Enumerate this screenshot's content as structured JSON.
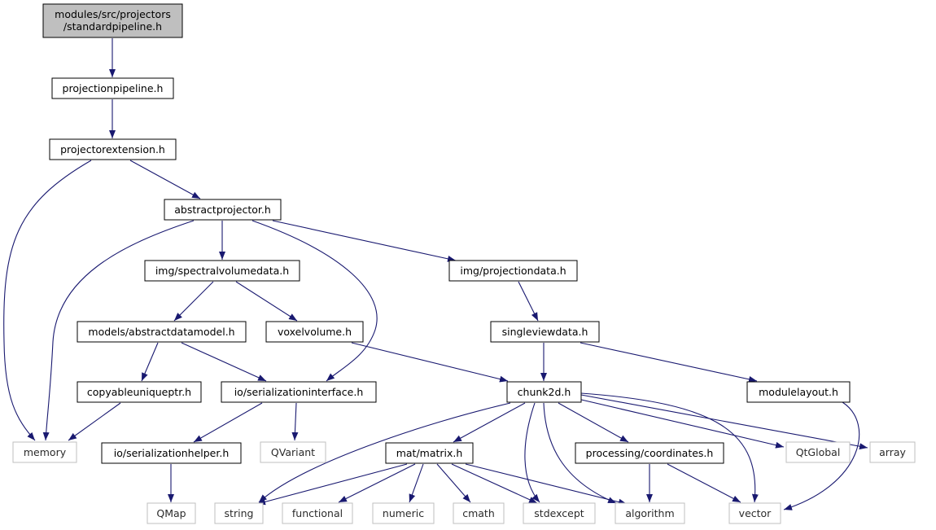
{
  "colors": {
    "edge": "#191970",
    "root_fill": "#bfbfbf",
    "node_border": "#000000",
    "external_border": "#bfbfbf",
    "background": "#ffffff"
  },
  "nodes": {
    "root": {
      "line1": "modules/src/projectors",
      "line2": "/standardpipeline.h"
    },
    "projectionpipeline": "projectionpipeline.h",
    "projectorextension": "projectorextension.h",
    "abstractprojector": "abstractprojector.h",
    "spectralvolumedata": "img/spectralvolumedata.h",
    "projectiondata": "img/projectiondata.h",
    "abstractdatamodel": "models/abstractdatamodel.h",
    "voxelvolume": "voxelvolume.h",
    "singleviewdata": "singleviewdata.h",
    "copyableuniqueptr": "copyableuniqueptr.h",
    "serializationinterface": "io/serializationinterface.h",
    "chunk2d": "chunk2d.h",
    "modulelayout": "modulelayout.h",
    "memory": "memory",
    "serializationhelper": "io/serializationhelper.h",
    "qvariant": "QVariant",
    "matrix": "mat/matrix.h",
    "coordinates": "processing/coordinates.h",
    "qtglobal": "QtGlobal",
    "array": "array",
    "qmap": "QMap",
    "string": "string",
    "functional": "functional",
    "numeric": "numeric",
    "cmath": "cmath",
    "stdexcept": "stdexcept",
    "algorithm": "algorithm",
    "vector": "vector"
  }
}
